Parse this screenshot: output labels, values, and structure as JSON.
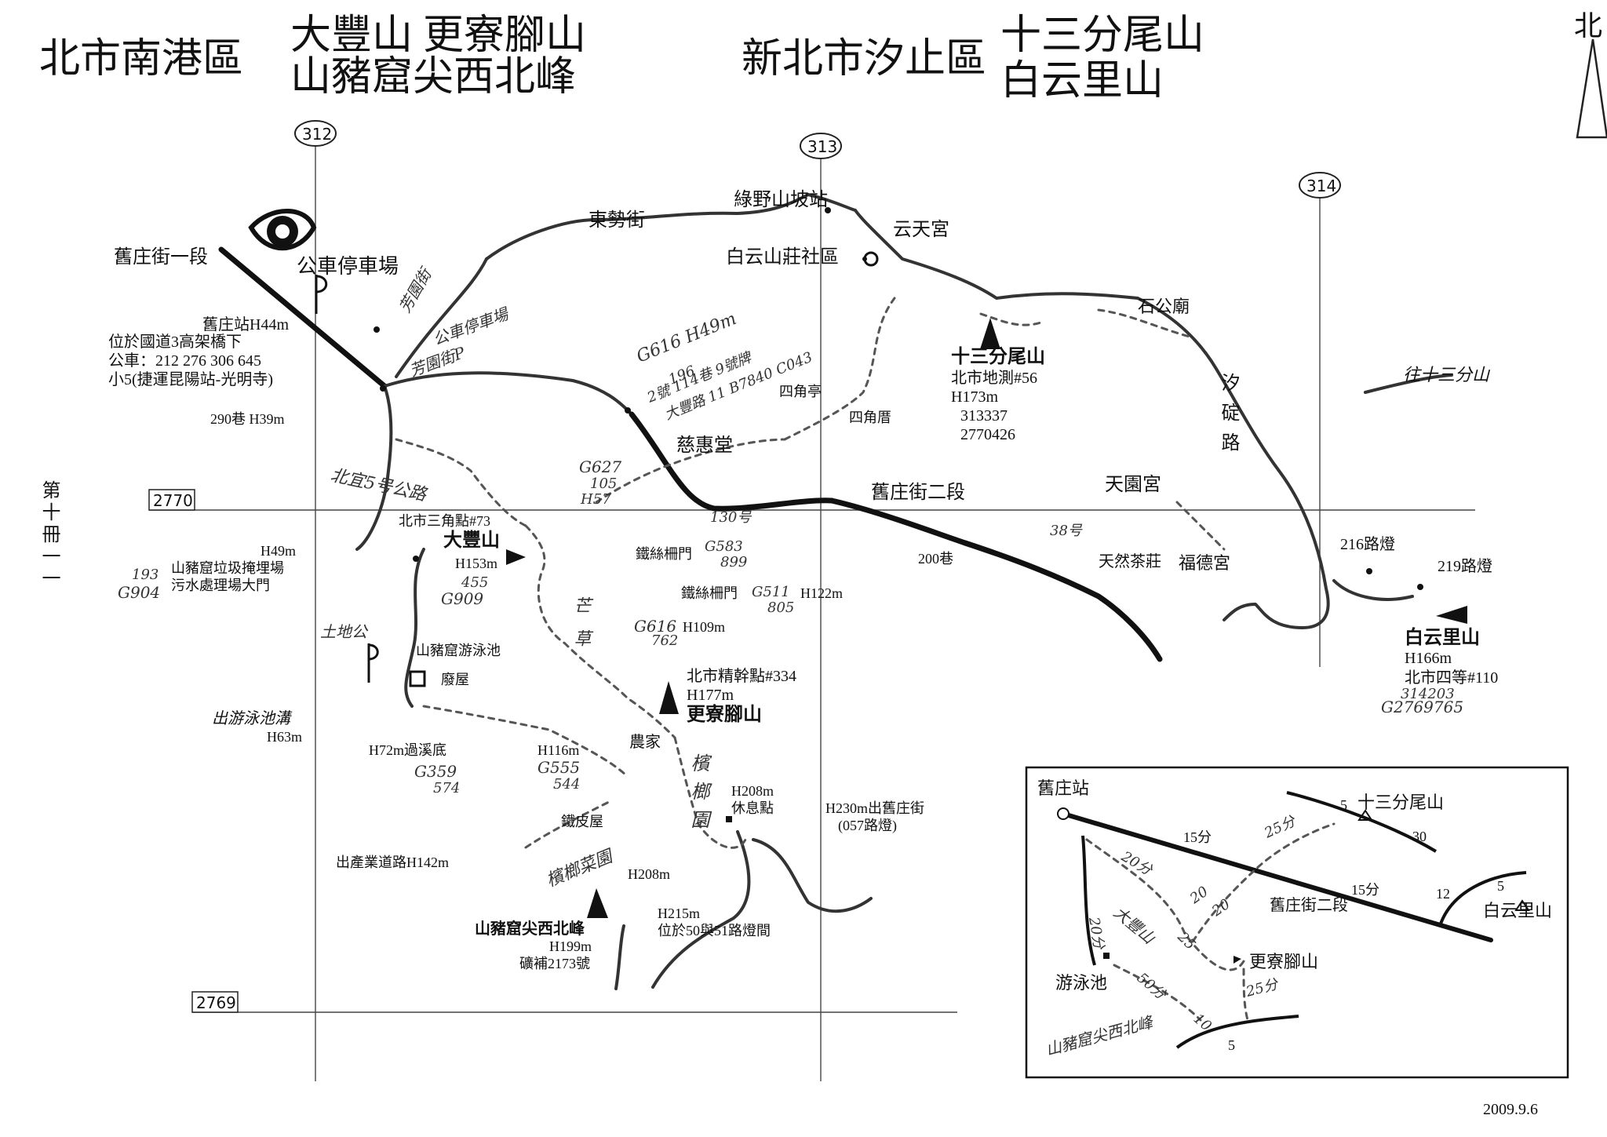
{
  "titles": {
    "district_left": "北市南港區",
    "peaks_left_1": "大豐山 更寮腳山",
    "peaks_left_2": "山豬窟尖西北峰",
    "district_right": "新北市汐止區",
    "peaks_right_1": "十三分尾山",
    "peaks_right_2": "白云里山"
  },
  "compass_label": "北",
  "side_label": "第十冊一一",
  "date": "2009.9.6",
  "grid": {
    "col_312": "312",
    "col_313": "313",
    "col_314": "314",
    "row_2770": "2770",
    "row_2769": "2769"
  },
  "places": {
    "jiuzhuang_st_1": "舊庄街一段",
    "bus_parking": "公車停車場",
    "dongshi_st": "東勢街",
    "lvye_station": "綠野山坡站",
    "baiyun_community": "白云山莊社區",
    "yuntian_temple": "云天宮",
    "shigong_temple": "石公廟",
    "xiding_rd": "汐碇路",
    "to_shisanfen": "往十三分山",
    "jiuzhuang_station": "舊庄站H44m",
    "under_bridge": "位於國道3高架橋下",
    "bus_lines": "公車：212 276 306 645",
    "minibus_5": "小5(捷運昆陽站-光明寺)",
    "lane_290": "290巷 H39m",
    "beiyi_5_rd": "北宜5号公路",
    "cihui_hall": "慈惠堂",
    "sijiao_pavilion": "四角亭",
    "sijiao_shelter": "四角厝",
    "jiuzhuang_st_2": "舊庄街二段",
    "tianyuan_temple": "天園宮",
    "lamp_216": "216路燈",
    "lamp_219": "219路燈",
    "lane_200": "200巷",
    "lane_38": "38号",
    "natural_tea": "天然茶莊",
    "fude_temple": "福德宮",
    "lane_130": "130号",
    "city_triangle_73": "北市三角點#73",
    "h49": "H49m",
    "landfill_1": "山豬窟垃圾掩埋場",
    "landfill_2": "污水處理場大門",
    "iron_gate_1": "鐵絲柵門",
    "iron_gate_2": "鐵絲柵門",
    "h122": "H122m",
    "h109": "H109m",
    "tudi_temple": "土地公",
    "pool": "山豬窟游泳池",
    "ruin_house": "廢屋",
    "pool_exit_1": "出游泳池溝",
    "pool_exit_2": "H63m",
    "h72_stream": "H72m過溪底",
    "h116": "H116m",
    "farmhouse": "農家",
    "h208_rest_1": "H208m",
    "h208_rest_2": "休息點",
    "h230_exit_1": "H230m出舊庄街",
    "h230_exit_2": "(057路燈)",
    "iron_house": "鐵皮屋",
    "industry_rd": "出產業道路H142m",
    "h208": "H208m",
    "h215_1": "H215m",
    "h215_2": "位於50與51路燈間",
    "betel_grove": "檳榔園",
    "betel_veg_garden": "檳榔菜園"
  },
  "peaks": {
    "dafeng": {
      "name": "大豐山",
      "height": "H153m"
    },
    "shisanfenwei": {
      "name": "十三分尾山",
      "survey": "北市地測#56",
      "height": "H173m",
      "x": "313337",
      "y": "2770426"
    },
    "baiyunli": {
      "name": "白云里山",
      "height": "H166m",
      "survey": "北市四等#110"
    },
    "gengliaojiao": {
      "name": "更寮腳山",
      "survey": "北市精幹點#334",
      "height": "H177m"
    },
    "shanzhuku": {
      "name": "山豬窟尖西北峰",
      "height": "H199m",
      "survey": "礦補2173號"
    }
  },
  "gps": {
    "g_616_149": "G616 H49m",
    "g_616_196": "196",
    "g_616_note1": "2號 114巷 9號牌",
    "g_616_note2": "大豐路 11 B7840 C043",
    "g_627": "G627",
    "g_627_105": "105",
    "g_627_h57": "H57",
    "g_193": "193",
    "g_904": "G904",
    "g_455": "455",
    "g_909": "G909",
    "g_583": "G583",
    "g_899": "899",
    "g_511": "G511",
    "g_805": "805",
    "g_616b": "G616",
    "g_762": "762",
    "g_359": "G359",
    "g_574": "574",
    "g_555": "G555",
    "g_544": "544",
    "g_314203": "314203",
    "g_2769765": "G2769765"
  },
  "handwritten": {
    "fangyuan_st": "芳園街",
    "bus_stop_hand": "公車停車場",
    "fangyuan_lane": "芳園街P",
    "mang_cao": "芒草"
  },
  "inset": {
    "jiuzhuang_station": "舊庄站",
    "shisanfenwei": "十三分尾山",
    "baiyunli": "白云里山",
    "jiuzhuang_st_2": "舊庄街二段",
    "gengliaojiao": "更寮腳山",
    "pool": "游泳池",
    "dafeng": "大豐山",
    "shanzhuku_hand": "山豬窟尖西北峰",
    "t_15a": "15分",
    "t_15b": "15分",
    "t_5a": "5",
    "t_5b": "5",
    "t_5c": "5",
    "t_30": "30",
    "t_12": "12",
    "t_25a": "25分",
    "t_25b": "25",
    "t_25c": "25分",
    "t_20a": "20分",
    "t_20b": "20",
    "t_20c": "20",
    "t_20d": "20分",
    "t_50": "50分",
    "t_10": "10"
  }
}
